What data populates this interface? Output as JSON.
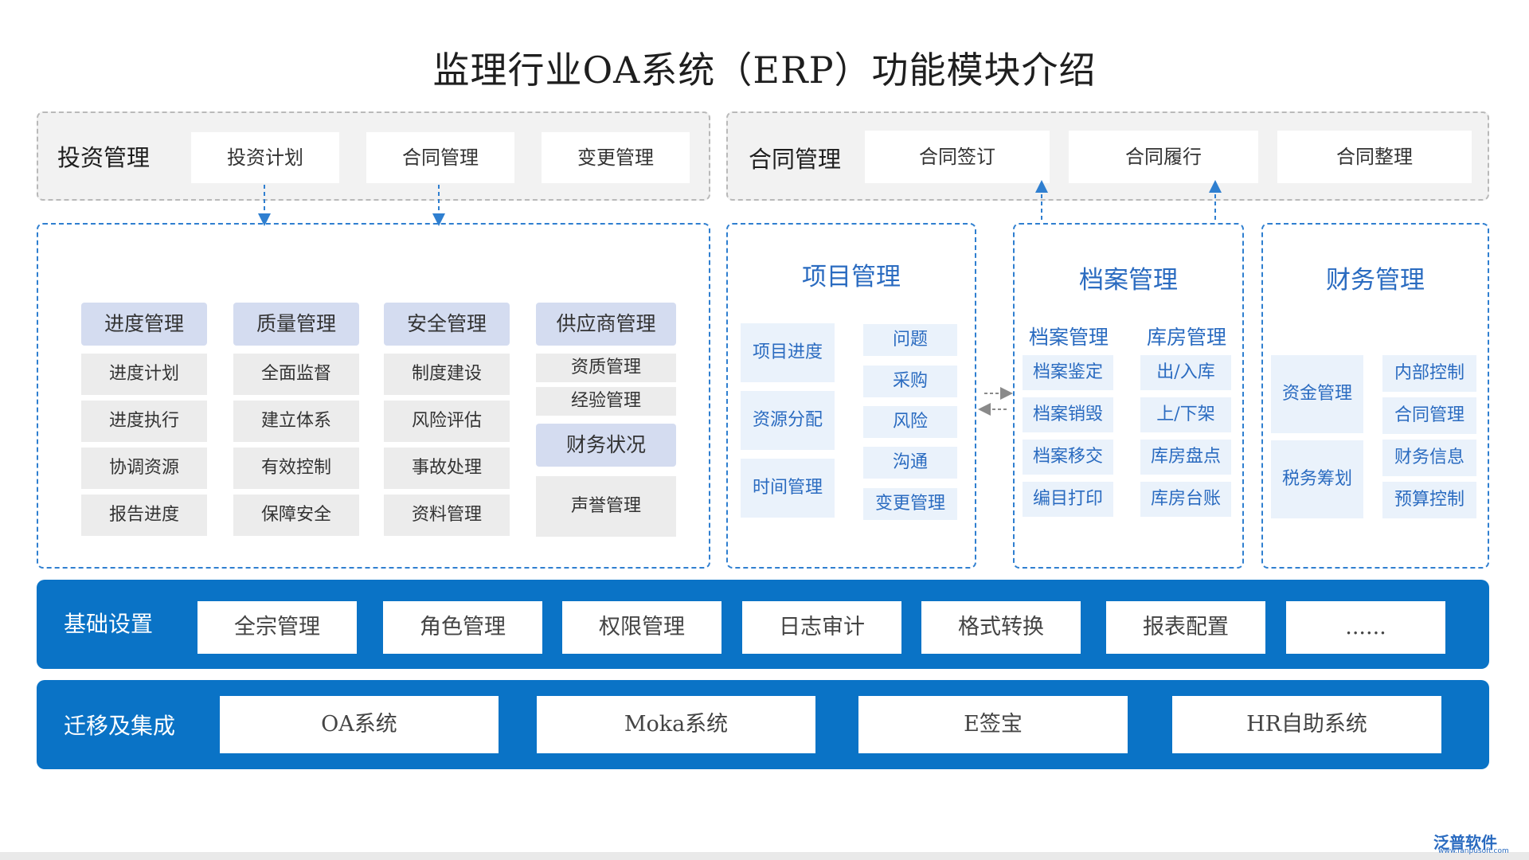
{
  "title": "监理行业OA系统（ERP）功能模块介绍",
  "top_left": {
    "label": "投资管理",
    "items": [
      "投资计划",
      "合同管理",
      "变更管理"
    ]
  },
  "top_right": {
    "label": "合同管理",
    "items": [
      "合同签订",
      "合同履行",
      "合同整理"
    ]
  },
  "left_panel": {
    "columns": [
      {
        "head": "进度管理",
        "items": [
          "进度计划",
          "进度执行",
          "协调资源",
          "报告进度"
        ]
      },
      {
        "head": "质量管理",
        "items": [
          "全面监督",
          "建立体系",
          "有效控制",
          "保障安全"
        ]
      },
      {
        "head": "安全管理",
        "items": [
          "制度建设",
          "风险评估",
          "事故处理",
          "资料管理"
        ]
      }
    ],
    "supplier": {
      "head": "供应商管理",
      "items": [
        "资质管理",
        "经验管理"
      ],
      "sub_head": "财务状况",
      "last": "声誉管理"
    }
  },
  "project": {
    "title": "项目管理",
    "left_items": [
      "项目进度",
      "资源分配",
      "时间管理"
    ],
    "right_items": [
      "问题",
      "采购",
      "风险",
      "沟通",
      "变更管理"
    ]
  },
  "archive": {
    "title": "档案管理",
    "left_head": "档案管理",
    "left_items": [
      "档案鉴定",
      "档案销毁",
      "档案移交",
      "编目打印"
    ],
    "right_head": "库房管理",
    "right_items": [
      "出/入库",
      "上/下架",
      "库房盘点",
      "库房台账"
    ]
  },
  "finance": {
    "title": "财务管理",
    "left_items": [
      "资金管理",
      "税务筹划"
    ],
    "right_items": [
      "内部控制",
      "合同管理",
      "财务信息",
      "预算控制"
    ]
  },
  "basic": {
    "label": "基础设置",
    "items": [
      "全宗管理",
      "角色管理",
      "权限管理",
      "日志审计",
      "格式转换",
      "报表配置",
      "......"
    ]
  },
  "migration": {
    "label": "迁移及集成",
    "items": [
      "OA系统",
      "Moka系统",
      "E签宝",
      "HR自助系统"
    ]
  },
  "logo": {
    "name": "泛普软件",
    "url": "www.fanpusoft.com"
  },
  "colors": {
    "accent_blue": "#0a73c6",
    "text_blue": "#2a6bc0",
    "dash_blue": "#2f7fd0",
    "col_head": "#d4dcf0",
    "item_grey": "#ececec"
  }
}
